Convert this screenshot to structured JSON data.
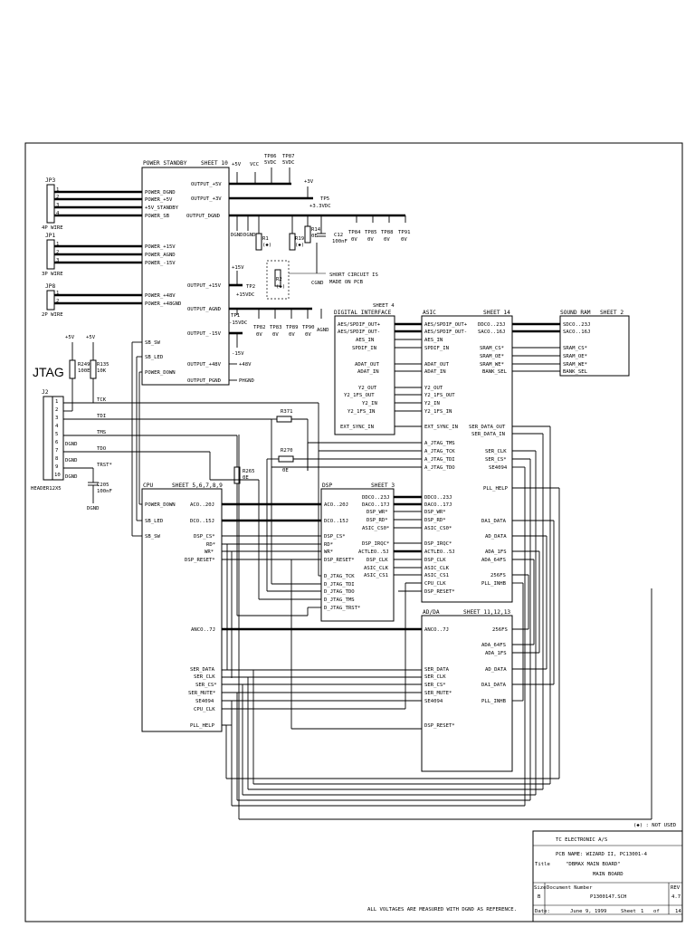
{
  "connectors": {
    "jp3": {
      "ref": "JP3",
      "name": "4P WIRE",
      "pins": [
        "1",
        "2",
        "3",
        "4"
      ]
    },
    "jp1": {
      "ref": "JP1",
      "name": "3P WIRE",
      "pins": [
        "1",
        "2",
        "3"
      ]
    },
    "jp8": {
      "ref": "JP8",
      "name": "2P WIRE",
      "pins": [
        "1",
        "2"
      ]
    },
    "j2": {
      "ref": "J2",
      "name": "HEADER12X5",
      "label": "JTAG",
      "pins": [
        "1",
        "2",
        "3",
        "4",
        "5",
        "6",
        "7",
        "8",
        "9",
        "10"
      ]
    }
  },
  "power_standby": {
    "title": "POWER STANDBY",
    "sheet": "SHEET 10",
    "left_ports": [
      "POWER_DGND",
      "POWER_+5V",
      "+5V_STANDBY",
      "POWER_SB",
      "POWER_+15V",
      "POWER_AGND",
      "POWER_-15V",
      "POWER_+48V",
      "POWER_+48GND",
      "SB_SW",
      "SB_LED",
      "POWER_DOWN"
    ],
    "right_ports": [
      "OUTPUT_+5V",
      "OUTPUT_+3V",
      "OUTPUT_DGND",
      "OUTPUT_+15V",
      "OUTPUT_AGND",
      "OUTPUT_-15V",
      "OUTPUT_+48V",
      "OUTPUT_PGND"
    ],
    "rails": [
      "+5V",
      "VCC",
      "+3V",
      "+3.3VDC",
      "+15V",
      "+15VDC",
      "-15V",
      "-15VDC",
      "+48V",
      "PHGND",
      "DGND",
      "DGND",
      "AGND"
    ],
    "testpoints": [
      "TP86",
      "5VDC",
      "TP87",
      "5VDC",
      "TP5",
      "TP84",
      "TP85",
      "TP88",
      "TP91",
      "TP2",
      "TP1",
      "TP82",
      "TP83",
      "TP89",
      "TP90",
      "0V",
      "0V",
      "0V",
      "0V",
      "0V",
      "0V",
      "0V",
      "0V"
    ],
    "parts": [
      "R1",
      "(◆)",
      "R19",
      "(◆)",
      "R14",
      "0E",
      "C12",
      "100nF",
      "R2",
      "(◆)",
      "CGND"
    ],
    "note": [
      "SHORT CIRCUIT IS",
      "MADE ON PCB"
    ]
  },
  "jtag_parts": [
    "+5V",
    "+5V",
    "R249",
    "100E",
    "R135",
    "10K",
    "R371",
    "R270",
    "0E",
    "R265",
    "0E",
    "C205",
    "100nF",
    "DGND"
  ],
  "jtag_nets": [
    "TCK",
    "TDI",
    "TMS",
    "TDO",
    "TRST*",
    "DGND",
    "DGND",
    "DGND"
  ],
  "digital_interface": {
    "title": "DIGITAL INTERFACE",
    "sheet": "SHEET 4",
    "ports": [
      "AES/SPDIF_OUT+",
      "AES/SPDIF_OUT-",
      "AES_IN",
      "SPDIF_IN",
      "ADAT_OUT",
      "ADAT_IN",
      "Y2_OUT",
      "Y2_1FS_OUT",
      "Y2_IN",
      "Y2_1FS_IN",
      "EXT_SYNC_IN"
    ]
  },
  "asic": {
    "title": "ASIC",
    "sheet": "SHEET 14",
    "left_ports": [
      "AES/SPDIF_OUT+",
      "AES/SPDIF_OUT-",
      "AES_IN",
      "SPDIF_IN",
      "ADAT_OUT",
      "ADAT_IN",
      "Y2_OUT",
      "Y2_1FS_OUT",
      "Y2_IN",
      "Y2_1FS_IN",
      "EXT_SYNC_IN",
      "A_JTAG_TMS",
      "A_JTAG_TCK",
      "A_JTAG_TDI",
      "A_JTAG_TDO",
      "DDCO..23J",
      "DACO..17J",
      "DSP_WR*",
      "DSP_RD*",
      "ASIC_CS0*",
      "DSP_IRQC*",
      "ACTLEO..5J",
      "DSP_CLK",
      "ASIC_CLK",
      "ASIC_CS1",
      "CPU_CLK",
      "DSP_RESET*"
    ],
    "right_ports": [
      "DDCO..23J",
      "SACO..16J",
      "SRAM_CS*",
      "SRAM_OE*",
      "SRAM_WE*",
      "BANK_SEL",
      "SER_DATA_OUT",
      "SER_DATA_IN",
      "SER_CLK",
      "SER_CS*",
      "SE4094",
      "PLL_HELP",
      "DA1_DATA",
      "AD_DATA",
      "ADA_1FS",
      "ADA_64FS",
      "256FS",
      "PLL_INHB"
    ]
  },
  "sound_ram": {
    "title": "SOUND RAM",
    "sheet": "SHEET 2",
    "ports": [
      "SDCO..23J",
      "SACO..16J",
      "SRAM_CS*",
      "SRAM_OE*",
      "SRAM_WE*",
      "BANK_SEL"
    ]
  },
  "cpu": {
    "title": "CPU",
    "sheet": "SHEET 5,6,7,8,9",
    "left_ports": [
      "POWER_DOWN",
      "SB_LED",
      "SB_SW"
    ],
    "right_ports": [
      "ACO..20J",
      "DCO..15J",
      "DSP_CS*",
      "RD*",
      "WR*",
      "DSP_RESET*",
      "ANCO..7J",
      "SER_DATA",
      "SER_CLK",
      "SER_CS*",
      "SER_MUTE*",
      "SE4094",
      "CPU_CLK",
      "PLL_HELP"
    ]
  },
  "dsp": {
    "title": "DSP",
    "sheet": "SHEET 3",
    "left_ports": [
      "ACO..20J",
      "DCO..15J",
      "DSP_CS*",
      "RD*",
      "WR*",
      "DSP_RESET*",
      "D_JTAG_TCK",
      "D_JTAG_TDI",
      "D_JTAG_TDO",
      "D_JTAG_TMS",
      "D_JTAG_TRST*"
    ],
    "right_ports": [
      "DDCO..23J",
      "DACO..17J",
      "DSP_WR*",
      "DSP_RD*",
      "ASIC_CS0*",
      "DSP_IRQC*",
      "ACTLEO..5J",
      "DSP_CLK",
      "ASIC_CLK",
      "ASIC_CS1"
    ]
  },
  "adda": {
    "title": "AD/DA",
    "sheet": "SHEET 11,12,13",
    "left_ports": [
      "ANCO..7J",
      "SER_DATA",
      "SER_CLK",
      "SER_CS*",
      "SER_MUTE*",
      "SE4094",
      "DSP_RESET*"
    ],
    "right_ports": [
      "256FS",
      "ADA_64FS",
      "ADA_1FS",
      "AD_DATA",
      "DA1_DATA",
      "PLL_INHB"
    ]
  },
  "footer": {
    "not_used": "(◆) : NOT USED",
    "company": "TC ELECTRONIC A/S",
    "pcb_name": "PCB NAME:  WIZARD II, PC13001-4",
    "title_label": "Title",
    "title_value": "\"DBMAX MAIN BOARD\"",
    "title_sub": "MAIN BOARD",
    "size_label": "Size",
    "size_value": "B",
    "docnum_label": "Document Number",
    "docnum_value": "P1300147.SCH",
    "rev_label": "REV",
    "rev_value": "4.7",
    "date_label": "Date:",
    "date_value": "June  9, 1999",
    "sheet_label": "Sheet",
    "sheet_value": "1",
    "of_label": "of",
    "of_value": "14",
    "measure_note": "ALL VOLTAGES ARE MEASURED WITH DGND AS REFERENCE."
  }
}
